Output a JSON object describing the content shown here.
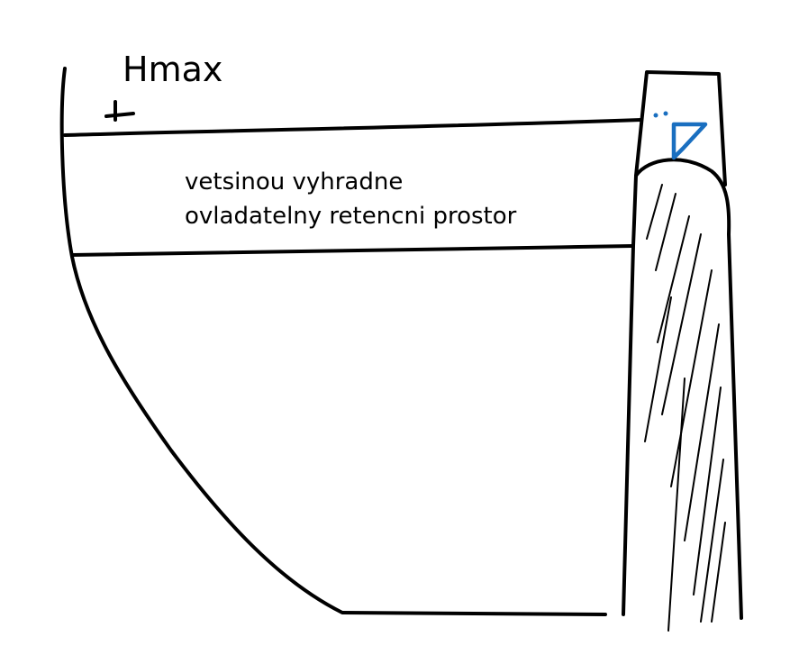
{
  "labels": {
    "hmax": "Hmax",
    "region_line1": "vetsinou vyhradne",
    "region_line2": "ovladatelny retencni prostor"
  },
  "colors": {
    "ink": "#000000",
    "water_marker": "#1a6fc0"
  }
}
